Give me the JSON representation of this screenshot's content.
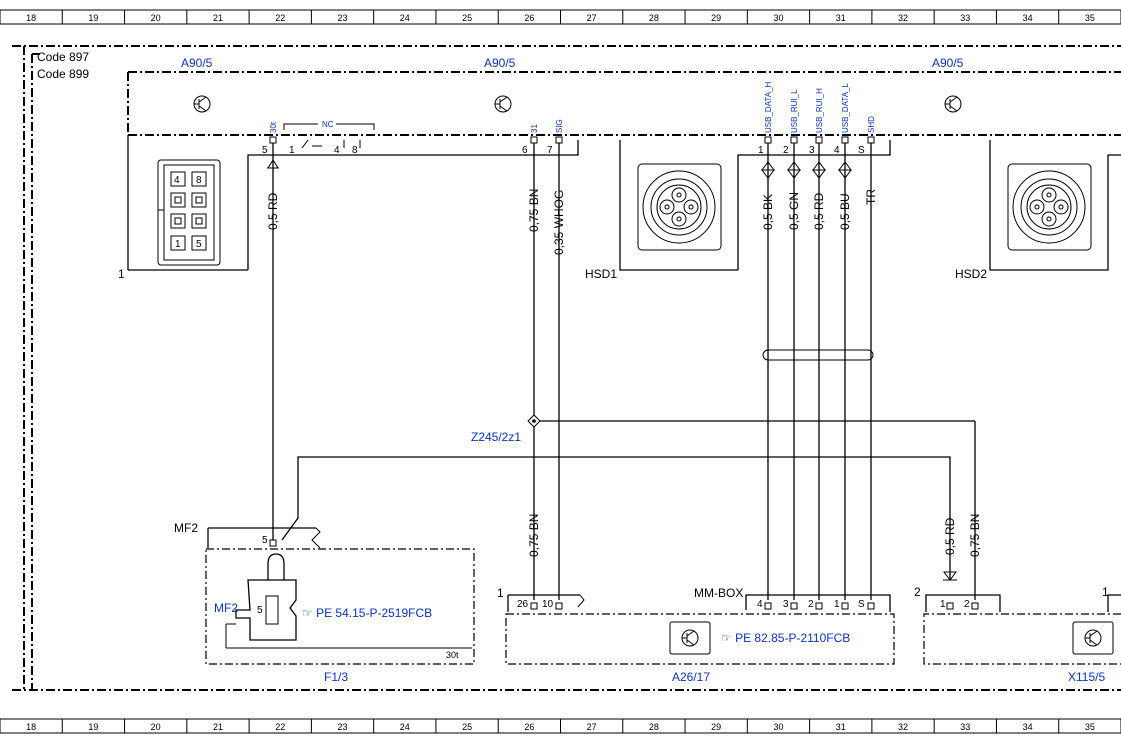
{
  "ruler": [
    "18",
    "19",
    "20",
    "21",
    "22",
    "23",
    "24",
    "25",
    "26",
    "27",
    "28",
    "29",
    "30",
    "31",
    "32",
    "33",
    "34",
    "35"
  ],
  "codes": {
    "code_897": "Code 897",
    "code_899": "Code 899"
  },
  "components": {
    "a90_label": "A90/5",
    "hsd1": "HSD1",
    "hsd2": "HSD2",
    "conn1_label": "1",
    "mf2": "MF2",
    "f13": "F1/3",
    "a2617": "A26/17",
    "x1155": "X115/5",
    "mm_box": "MM-BOX",
    "z245": "Z245/2z1",
    "fuse_ref": "PE 54.15-P-2519FCB",
    "mmbox_ref": "PE 82.85-P-2110FCB",
    "fuse_num": "5",
    "fuse_30t": "30t",
    "x115_num_2": "2",
    "x115_num_1": "1",
    "a26_num_1": "1"
  },
  "connector_pins": {
    "pin5": "5",
    "pin1": "1",
    "pin4": "4",
    "pin8": "8",
    "pin6": "6",
    "pin7": "7",
    "hsd_1": "1",
    "hsd_2": "2",
    "hsd_3": "3",
    "hsd_4": "4",
    "hsd_s": "S",
    "mf2_pin": "5",
    "mm_26": "26",
    "mm_10": "10",
    "mmb_4": "4",
    "mmb_3": "3",
    "mmb_2": "2",
    "mmb_1": "1",
    "mmb_s": "S",
    "x_1": "1",
    "x_2": "2",
    "cell_4": "4",
    "cell_8": "8",
    "cell_1": "1",
    "cell_5": "5"
  },
  "signals": {
    "s30t": "30t",
    "nc": "NC",
    "s31": "31",
    "sig": "SIG",
    "usb_data_h": "USB_DATA_H",
    "usb_rui_l": "USB_RUI_L",
    "usb_rui_h": "USB_RUI_H",
    "usb_data_l": "USB_DATA_L",
    "shd": "SHD"
  },
  "wires": {
    "w_05rd": "0,5 RD",
    "w_075bn": "0,75 BN",
    "w_035whog": "0,35 WHOG",
    "w_05bk": "0,5 BK",
    "w_05gn": "0,5 GN",
    "w_05rd2": "0,5 RD",
    "w_05bu": "0,5 BU",
    "w_tr": "TR",
    "w_075bn_low": "0,75 BN",
    "w_05rd_x": "0,5 RD",
    "w_075bn_x": "0,75 BN"
  }
}
